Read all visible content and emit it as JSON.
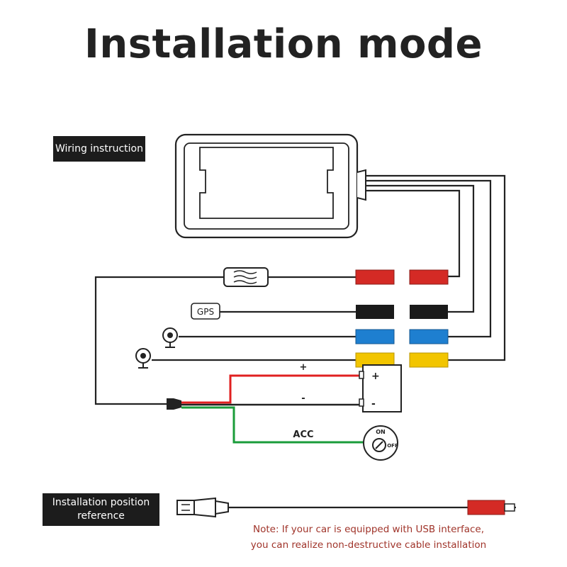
{
  "title": "Installation mode",
  "wiring_instruction_label": "Wiring instruction",
  "installation_position_label_line1": "Installation position",
  "installation_position_label_line2": "reference",
  "gps_label": "GPS",
  "battery_plus_wire_label": "+",
  "battery_minus_wire_label": "-",
  "battery_terminal_plus": "+",
  "battery_terminal_minus": "-",
  "acc_label": "ACC",
  "switch_on_label": "ON",
  "switch_off_label": "OFF",
  "note_line1": "Note: If your car is equipped with USB interface,",
  "note_line2": "you can realize non-destructive cable installation",
  "colors": {
    "red_connector": "#d42a25",
    "black_connector": "#1a1a1a",
    "blue_connector": "#1e7fd0",
    "yellow_connector": "#f2c500",
    "positive_wire": "#e02020",
    "acc_wire": "#1a9c3a",
    "note_text": "#a0342a"
  }
}
